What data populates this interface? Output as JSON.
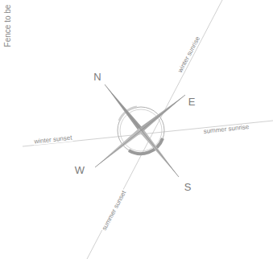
{
  "diagram": {
    "labels": [
      "Fence to be",
      "N",
      "E",
      "S",
      "W",
      "winter sunrise",
      "summer sunrise",
      "winter sunset",
      "summer sunset"
    ]
  }
}
